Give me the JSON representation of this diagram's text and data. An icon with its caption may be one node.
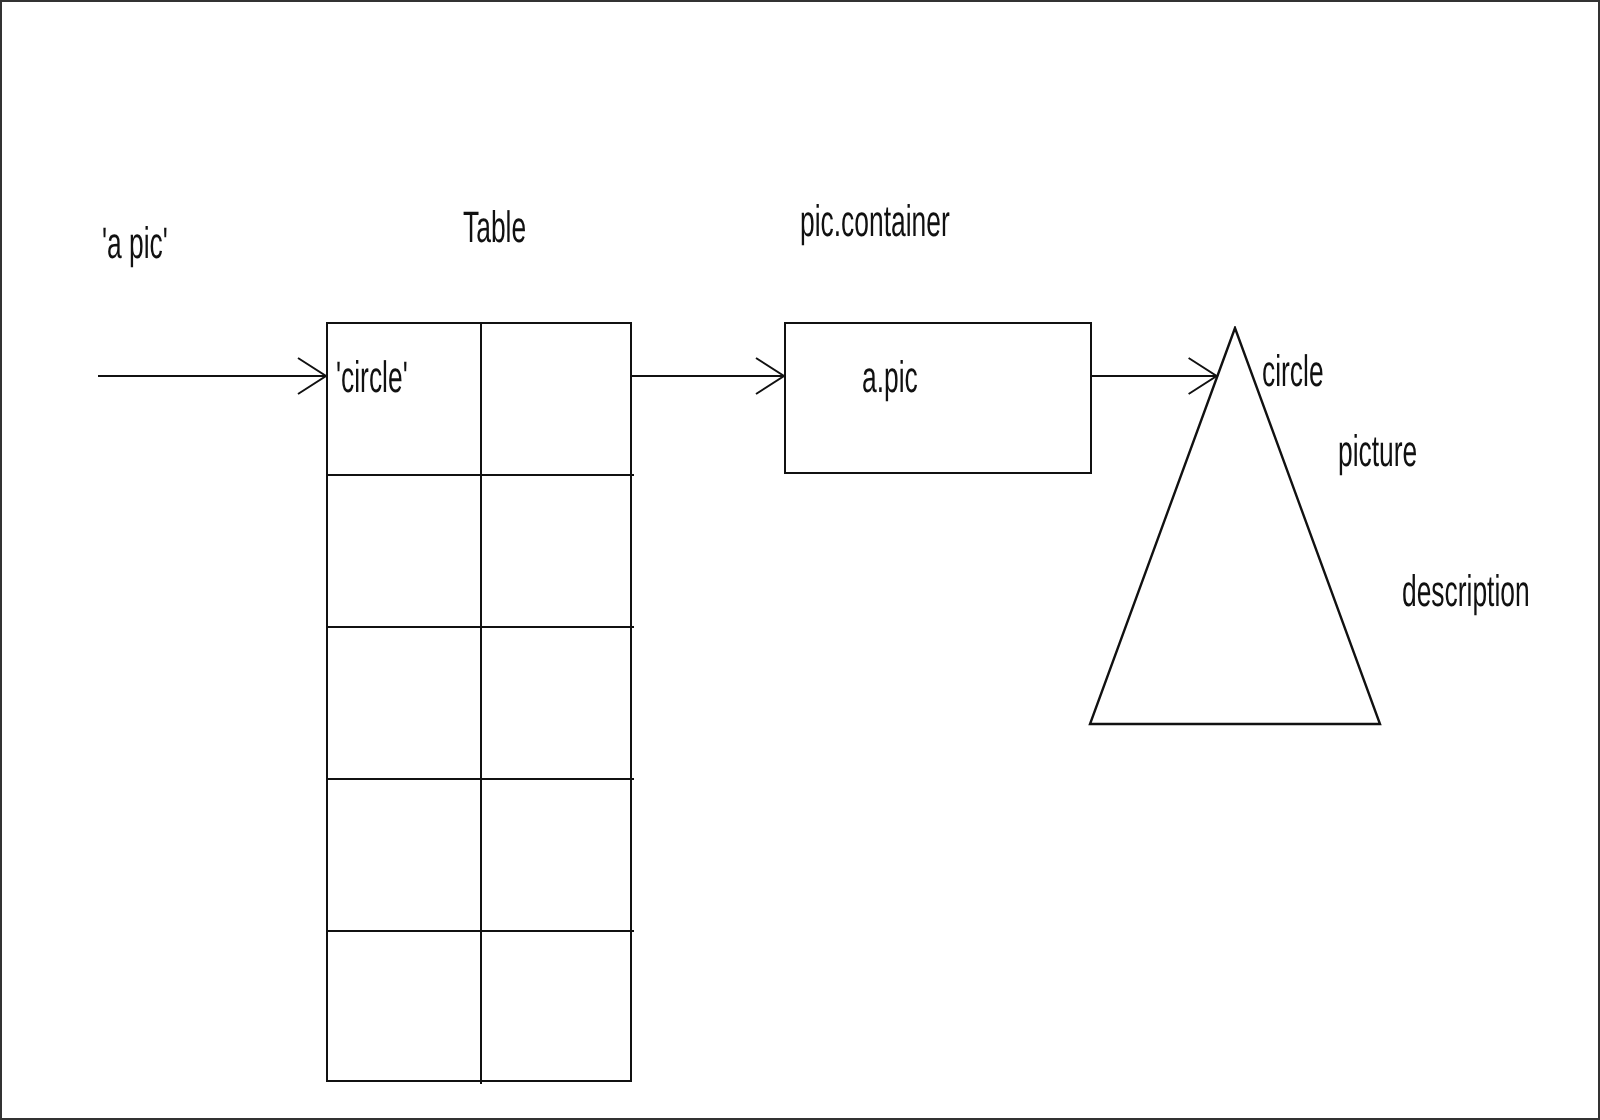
{
  "diagram": {
    "nodes": [
      {
        "text": [
          "Table"
        ]
      },
      {
        "text": [
          "'circle'"
        ],
        "in": 0
      },
      {
        "text": [],
        "shape": "box",
        "in": 0
      },
      {
        "text": [
          "pic.container",
          "a.pic"
        ]
      },
      {
        "text": [],
        "shape": "triangle",
        "beside": [
          "circle",
          "picture",
          "description"
        ]
      }
    ],
    "edges": [
      {
        "from": null,
        "to": 1,
        "arrow": "to"
      },
      {
        "from": 2,
        "to": 3,
        "arrow": "to"
      },
      {
        "from": 3,
        "to": 4,
        "arrow": "to"
      }
    ],
    "labels": [
      "'a pic'"
    ]
  }
}
